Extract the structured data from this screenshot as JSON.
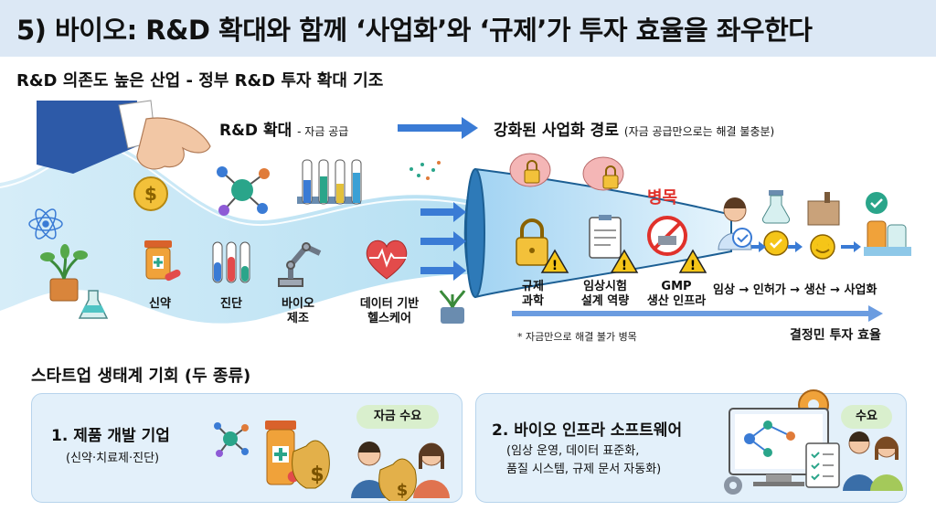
{
  "title": "5) 바이오: R&D 확대와 함께 ‘사업화’와 ‘규제’가 투자 효율을 좌우한다",
  "section1": "R&D 의존도 높은 산업 - 정부 R&D 투자 확대 기조",
  "rd_label": "R&D 확대",
  "rd_sub": "- 자금 공급",
  "path_label": "강화된 사업화 경로",
  "path_sub": "(자금 공급만으로는 해결 불충분)",
  "bottleneck": "병목",
  "sectors": [
    "신약",
    "진단",
    "바이오\n제조",
    "데이터 기반\n헬스케어"
  ],
  "barriers": [
    "규제\n과학",
    "임상시험\n설계 역량",
    "GMP\n생산 인프라"
  ],
  "flow": "임상 → 인허가 → 생산 → 사업화",
  "note": "* 자금만으로 해결 불가 병목",
  "result": "결정민 투자 효율",
  "section2": "스타트업 생태계 기회 (두 종류)",
  "card1": {
    "title": "1. 제품 개발 기업",
    "sub": "(신약·치료제·진단)",
    "pill": "자금 수요"
  },
  "card2": {
    "title": "2. 바이오 인프라 소프트웨어",
    "sub": "(임상 운영, 데이터 표준화,\n품질 시스템, 규제 문서 자동화)",
    "pill": "수요"
  },
  "colors": {
    "title_bar": "#dce8f5",
    "arrow_blue": "#3a7bd5",
    "warning_yellow": "#f5c518",
    "bottleneck_red": "#e0312b",
    "card_bg": "#e3f0fa",
    "pill_green": "#d9efcd"
  }
}
